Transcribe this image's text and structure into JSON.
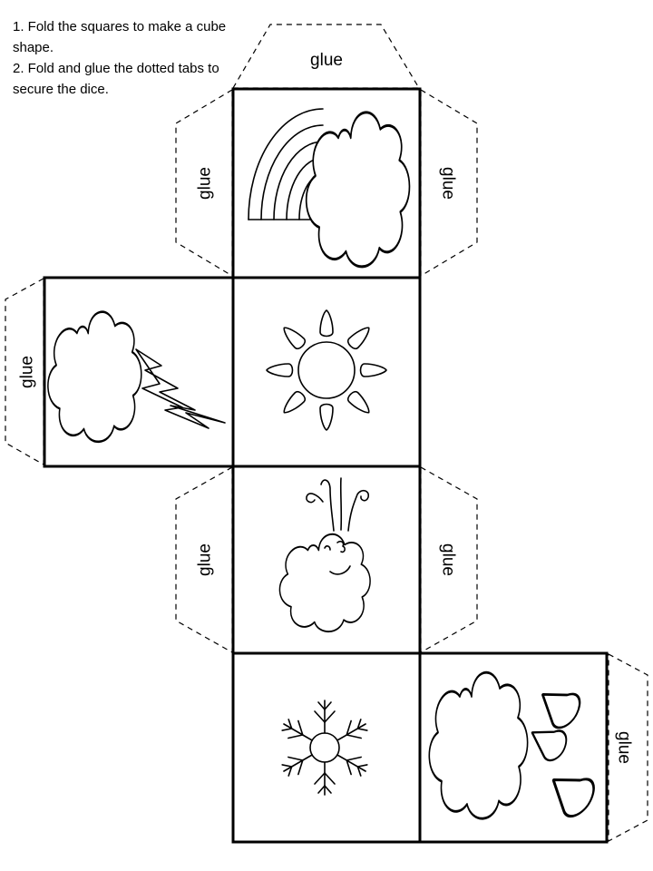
{
  "instructions": {
    "step1": "1. Fold the squares to make a cube shape.",
    "step2": "2. Fold and glue the dotted tabs to secure the dice."
  },
  "tabs": {
    "top": "glue",
    "left_rainbow": "glue",
    "right_rainbow": "glue",
    "left_storm": "glue",
    "left_wind": "glue",
    "right_wind": "glue",
    "right_rain": "glue"
  },
  "faces": {
    "rainbow": "rainbow-cloud-icon",
    "sun": "sun-icon",
    "storm": "storm-cloud-icon",
    "wind": "wind-cloud-icon",
    "snow": "snowflake-icon",
    "rain": "rain-cloud-icon"
  }
}
